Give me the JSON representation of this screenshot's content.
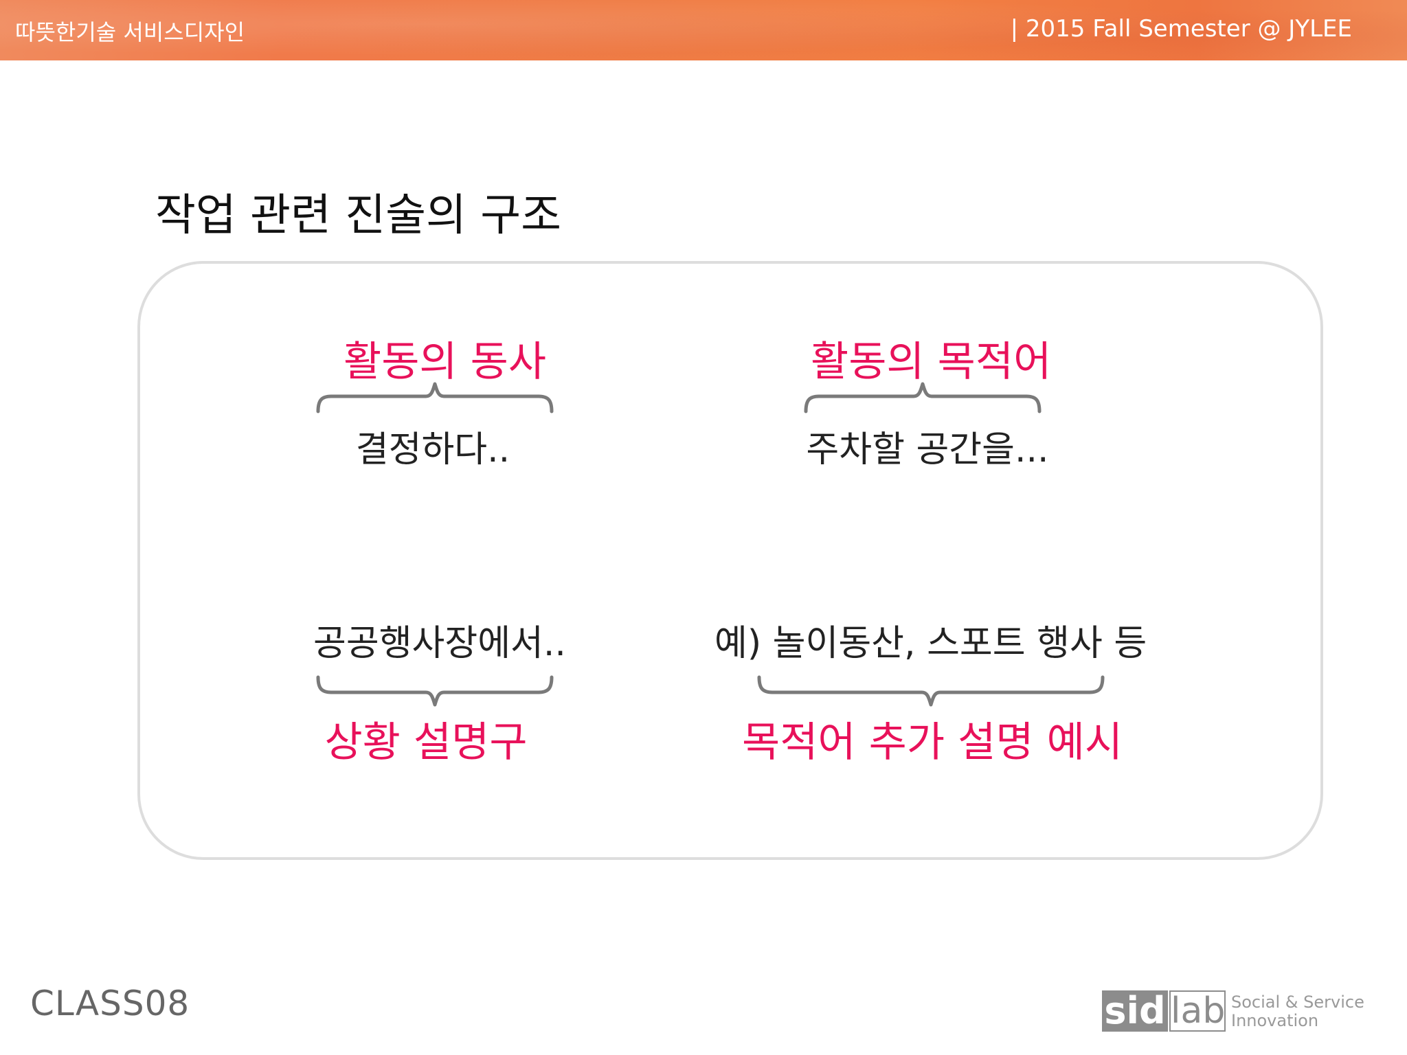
{
  "header": {
    "course_title": "따뜻한기술 서비스디자인",
    "semester": "| 2015 Fall Semester @ JYLEE"
  },
  "slide": {
    "title": "작업 관련 진술의 구조",
    "activity_verb": {
      "label": "활동의 동사",
      "example": "결정하다.."
    },
    "activity_object": {
      "label": "활동의 목적어",
      "example": "주차할 공간을..."
    },
    "situation_phrase": {
      "example": "공공행사장에서..",
      "label": "상황 설명구"
    },
    "object_extra": {
      "example": "예) 놀이동산, 스포트 행사 등",
      "label": "목적어 추가 설명 예시"
    }
  },
  "footer": {
    "class_label": "CLASS08",
    "logo_sid": "sid",
    "logo_lab": "lab",
    "logo_tagline_1": "Social & Service",
    "logo_tagline_2": "Innovation"
  },
  "colors": {
    "accent": "#e8115a",
    "header_orange": "#f07a4a",
    "brace_gray": "#7a7a7a",
    "box_border": "#dddddd"
  }
}
